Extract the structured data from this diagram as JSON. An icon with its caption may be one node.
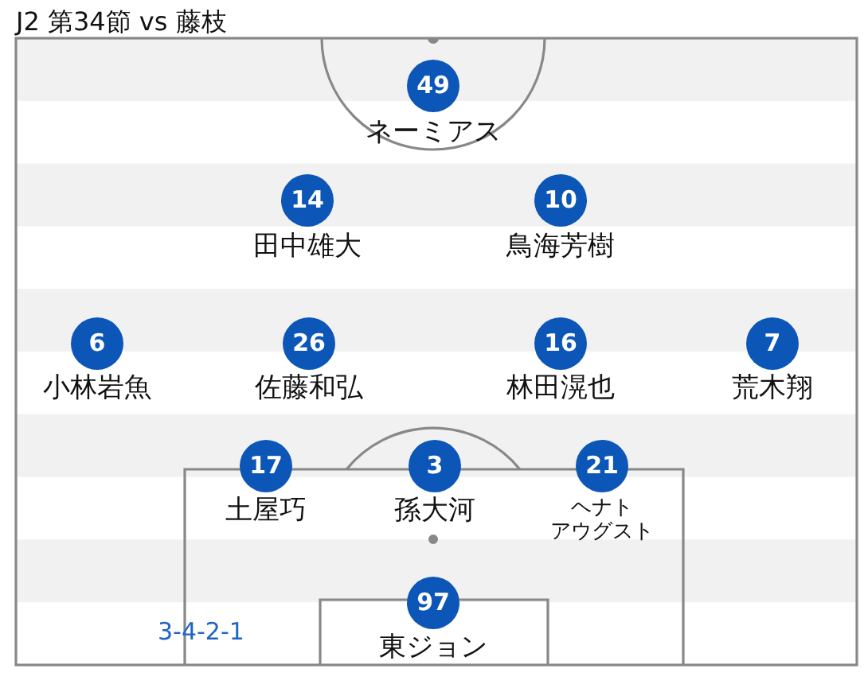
{
  "diagram": {
    "title": "J2 第34節 vs 藤枝",
    "nodes": [
      {
        "text": [
          "49"
        ],
        "beside": [
          "ネーミアス"
        ]
      },
      {
        "text": [
          "14"
        ],
        "beside": [
          "田中雄大"
        ]
      },
      {
        "text": [
          "10"
        ],
        "beside": [
          "鳥海芳樹"
        ]
      },
      {
        "text": [
          "6"
        ],
        "beside": [
          "小林岩魚"
        ]
      },
      {
        "text": [
          "26"
        ],
        "beside": [
          "佐藤和弘"
        ]
      },
      {
        "text": [
          "16"
        ],
        "beside": [
          "林田滉也"
        ]
      },
      {
        "text": [
          "7"
        ],
        "beside": [
          "荒木翔"
        ]
      },
      {
        "text": [
          "17"
        ],
        "beside": [
          "土屋巧"
        ]
      },
      {
        "text": [
          "3"
        ],
        "beside": [
          "孫大河"
        ]
      },
      {
        "text": [
          "21"
        ],
        "beside": [
          "ヘナトアウグスト"
        ]
      },
      {
        "text": [
          "97"
        ],
        "beside": [
          "東ジョン"
        ]
      }
    ],
    "labels": [
      "3-4-2-1"
    ]
  }
}
